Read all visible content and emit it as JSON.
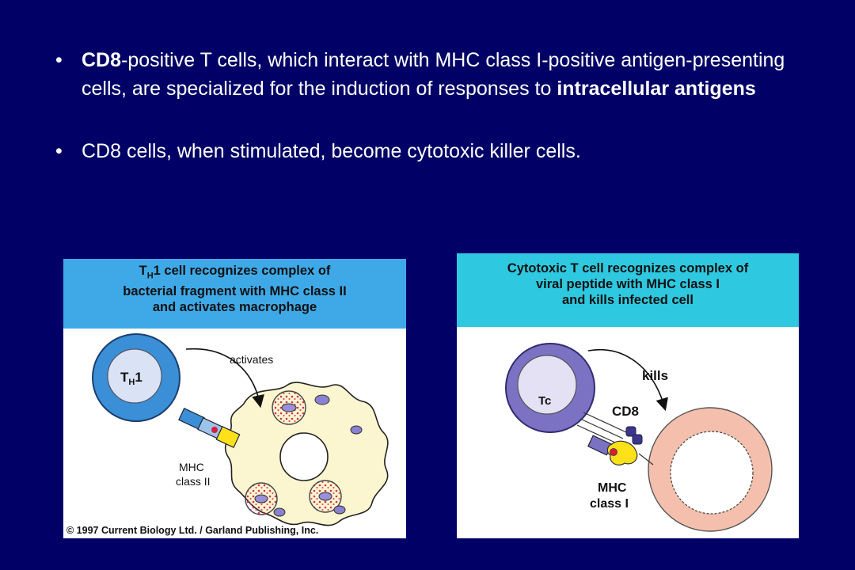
{
  "bullets": [
    {
      "bold_lead": "CD8",
      "text": "-positive T cells, which interact with MHC class I-positive antigen-presenting cells, are specialized for the induction of responses to ",
      "bold_tail": "intracellular antigens"
    },
    {
      "text": "CD8 cells, when stimulated, become cytotoxic killer cells."
    }
  ],
  "left_panel": {
    "title_prefix": "T",
    "title_sub": "H",
    "title_line1_rest": "1 cell recognizes complex of",
    "title_line2": "bacterial fragment with MHC class II",
    "title_line3": "and activates macrophage",
    "cell_label": "T",
    "cell_sub": "H",
    "cell_rest": "1",
    "arrow_label": "activates",
    "mhc_line1": "MHC",
    "mhc_line2": "class II",
    "copyright": "© 1997 Current Biology Ltd. / Garland Publishing, Inc."
  },
  "right_panel": {
    "title_line1": "Cytotoxic T cell recognizes complex of",
    "title_line2": "viral peptide with MHC class I",
    "title_line3": "and kills infected cell",
    "cell_label": "Tc",
    "arrow_label": "kills",
    "cd8_label": "CD8",
    "mhc_line1": "MHC",
    "mhc_line2": "class I"
  },
  "colors": {
    "background": "#000066",
    "left_header": "#3fa9e8",
    "right_header": "#2ec9e0",
    "th1_cell": "#3a8fd6",
    "tc_cell": "#7b72c4",
    "infected_cell": "#f4c0ad",
    "macrophage": "#fbf6d0",
    "mhc_yellow": "#ffe11a"
  }
}
